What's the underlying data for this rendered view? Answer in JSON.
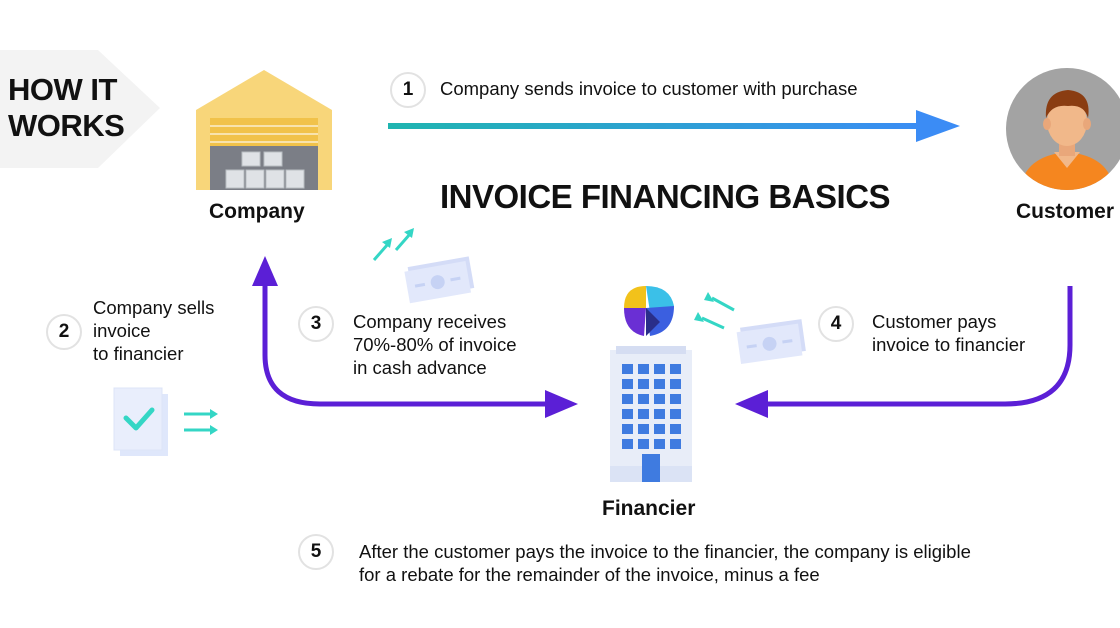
{
  "header": {
    "how_it_works_line1": "HOW IT",
    "how_it_works_line2": "WORKS",
    "title": "INVOICE FINANCING BASICS"
  },
  "entities": {
    "company": "Company",
    "customer": "Customer",
    "financier": "Financier"
  },
  "steps": [
    {
      "number": "1",
      "text": "Company sends invoice to customer with purchase"
    },
    {
      "number": "2",
      "lines": [
        "Company sells",
        "invoice",
        "to financier"
      ]
    },
    {
      "number": "3",
      "lines": [
        "Company receives",
        "70%-80% of invoice",
        "in cash advance"
      ]
    },
    {
      "number": "4",
      "lines": [
        "Customer pays",
        "invoice to financier"
      ]
    },
    {
      "number": "5",
      "lines": [
        "After the customer pays the invoice to the financier, the company is eligible",
        "for a rebate for the remainder of the invoice, minus a fee"
      ]
    }
  ],
  "colors": {
    "arrow_purple": "#5b1fd6",
    "arrow_teal": "#1fb5b0",
    "arrow_blue": "#3b8cf5",
    "accent_teal": "#34d6c5",
    "warehouse_yellow": "#f8d67a",
    "building_blue": "#3f7be0"
  }
}
